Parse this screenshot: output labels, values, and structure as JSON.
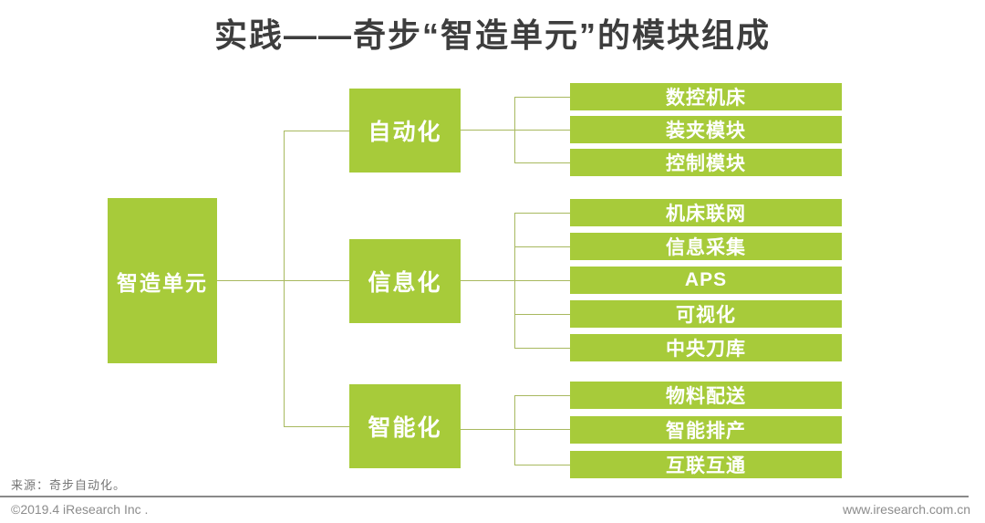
{
  "title": "实践——奇步“智造单元”的模块组成",
  "root": {
    "label": "智造单元"
  },
  "branches": [
    {
      "label": "自动化",
      "children": [
        "数控机床",
        "装夹模块",
        "控制模块"
      ]
    },
    {
      "label": "信息化",
      "children": [
        "机床联网",
        "信息采集",
        "APS",
        "可视化",
        "中央刀库"
      ]
    },
    {
      "label": "智能化",
      "children": [
        "物料配送",
        "智能排产",
        "互联互通"
      ]
    }
  ],
  "footer": {
    "source": "来源：奇步自动化。",
    "copyright": "©2019.4 iResearch Inc .",
    "website": "www.iresearch.com.cn"
  },
  "colors": {
    "box_green": "#a7cb3a",
    "connector_line": "#a8b95f",
    "title_text": "#3d3d3d",
    "box_text": "#ffffff",
    "footer_text": "#8c8c8c"
  }
}
